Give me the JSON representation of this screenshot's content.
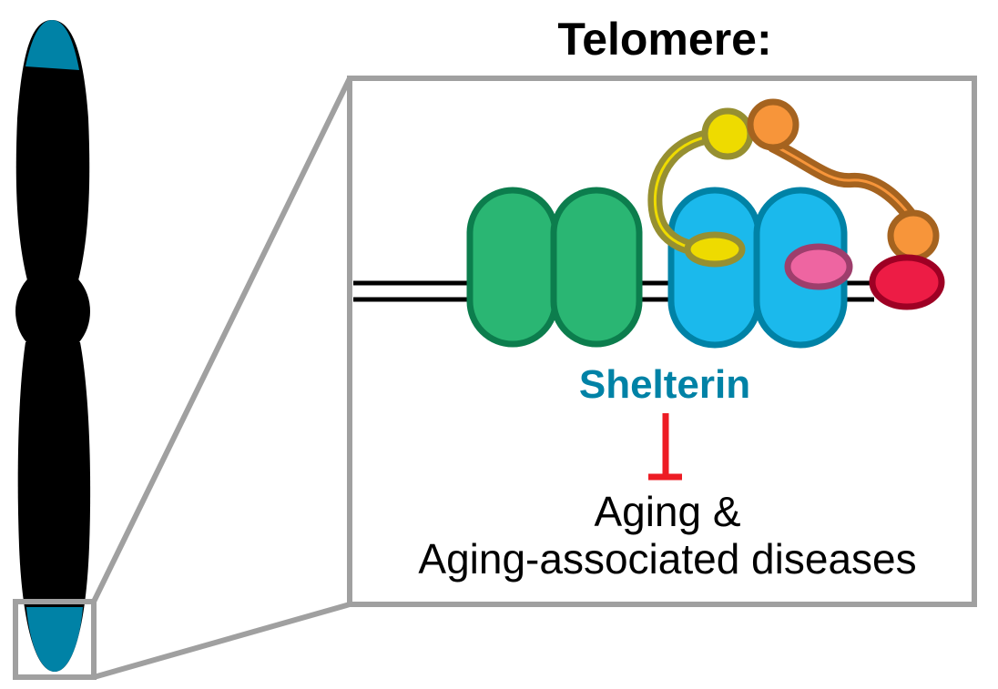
{
  "title": "Telomere:",
  "protein_complex_label": "Shelterin",
  "outcome": {
    "line1": "Aging &",
    "line2": "Aging-associated diseases"
  },
  "relationship": "inhibits",
  "colors": {
    "telomere_tip": "#0082a6",
    "chromosome_body": "#000000",
    "zoom_frame": "#a0a0a0",
    "green_protein_fill": "#2ab673",
    "green_protein_stroke": "#0c7d4d",
    "blue_protein_fill": "#1bb9ec",
    "blue_protein_stroke": "#0082a6",
    "yellow_fill": "#eedb00",
    "yellow_stroke": "#968f31",
    "orange_fill": "#f7953a",
    "orange_stroke": "#a5631f",
    "pink_fill": "#ee65a1",
    "pink_stroke": "#9e3e6c",
    "red_fill": "#ed1c45",
    "red_stroke": "#9e0024",
    "inhibition_arrow": "#ed1c24",
    "shelterin_text": "#0082a6"
  }
}
